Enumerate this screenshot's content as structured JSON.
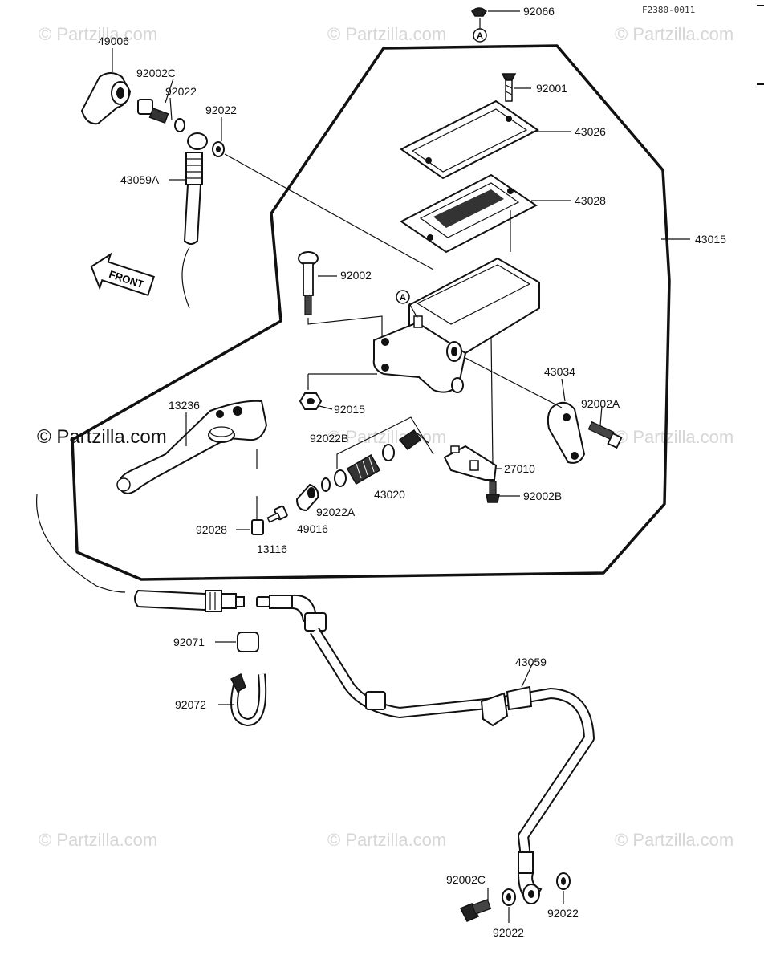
{
  "diagram_code": "F2380-0011",
  "watermark": "© Partzilla.com",
  "front_label": "FRONT",
  "ref_marker": "A",
  "labels": {
    "p92066": "92066",
    "p49006": "49006",
    "p92002C_top": "92002C",
    "p92022_a": "92022",
    "p92022_b": "92022",
    "p43059A": "43059A",
    "p92001": "92001",
    "p43026": "43026",
    "p43028": "43028",
    "p43015": "43015",
    "p92002": "92002",
    "p43034": "43034",
    "p92002A": "92002A",
    "p13236": "13236",
    "p92015": "92015",
    "p92022B": "92022B",
    "p27010": "27010",
    "p43020": "43020",
    "p92022A": "92022A",
    "p92002B": "92002B",
    "p49016": "49016",
    "p92028": "92028",
    "p13116": "13116",
    "p92071": "92071",
    "p43059": "43059",
    "p92072": "92072",
    "p92002C_bottom": "92002C",
    "p92022_c": "92022",
    "p92022_d": "92022"
  }
}
